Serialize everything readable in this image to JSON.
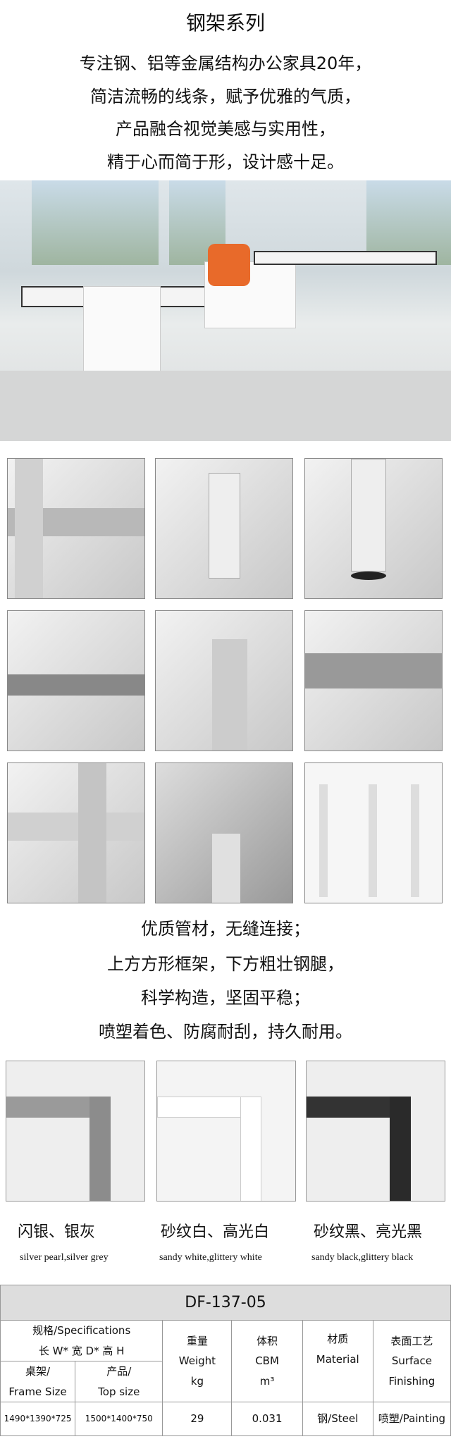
{
  "title": "钢架系列",
  "intro": [
    "专注钢、铝等金属结构办公家具20年，",
    "简洁流畅的线条，赋予优雅的气质，",
    "产品融合视觉美感与实用性，",
    "精于心而简于形，设计感十足。"
  ],
  "features": [
    "优质管材，无缝连接；",
    "上方方形框架，下方粗壮钢腿，",
    "科学构造，坚固平稳；",
    "喷塑着色、防腐耐刮，持久耐用。"
  ],
  "finishes": [
    {
      "cn": "闪银、银灰",
      "en": "silver pearl,silver grey",
      "color": "#9a9a9a"
    },
    {
      "cn": "砂纹白、高光白",
      "en": "sandy white,glittery white",
      "color": "#f4f4f4"
    },
    {
      "cn": "砂纹黑、亮光黑",
      "en": "sandy black,glittery black",
      "color": "#333333"
    }
  ],
  "table": {
    "model": "DF-137-05",
    "spec": "规格/Specifications",
    "dims": "长 W* 宽 D* 高 H",
    "frame": [
      "桌架/",
      "Frame Size"
    ],
    "top": [
      "产品/",
      "Top size"
    ],
    "weight": [
      "重量",
      "Weight",
      "kg"
    ],
    "volume": [
      "体积",
      "CBM",
      "m³"
    ],
    "material": [
      "材质",
      "Material"
    ],
    "surface": [
      "表面工艺",
      "Surface",
      "Finishing"
    ],
    "row": {
      "frame": "1490*1390*725",
      "top": "1500*1400*750",
      "weight": "29",
      "volume": "0.031",
      "material": "钢/Steel",
      "surface": "喷塑/Painting"
    }
  }
}
